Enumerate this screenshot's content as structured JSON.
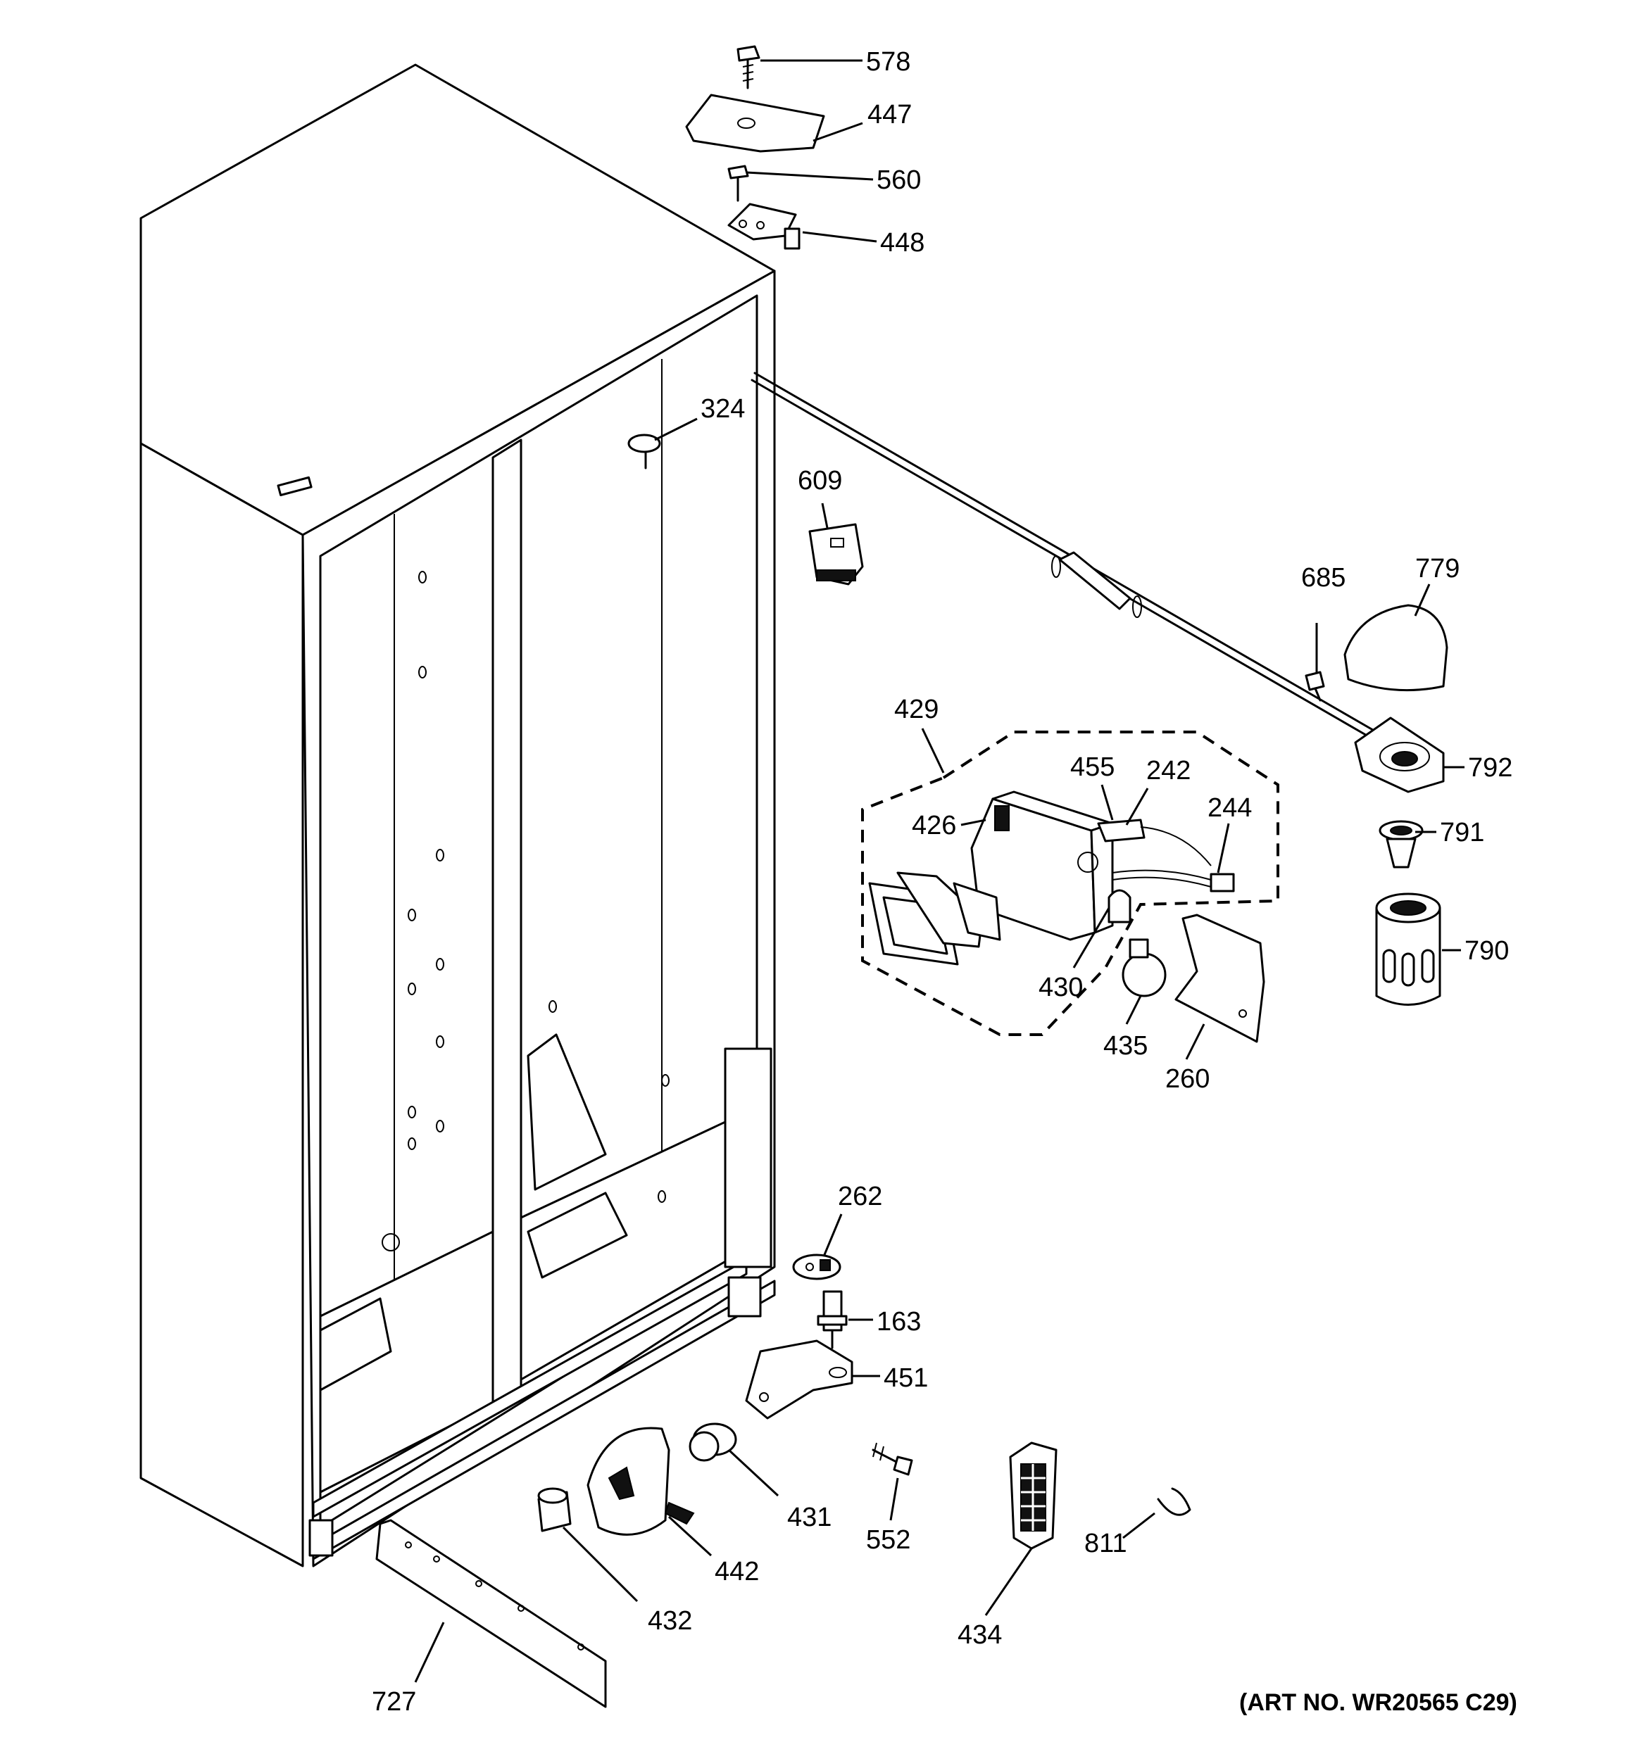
{
  "art_number": "(ART NO. WR20565 C29)",
  "callouts": [
    {
      "id": "578"
    },
    {
      "id": "447"
    },
    {
      "id": "560"
    },
    {
      "id": "448"
    },
    {
      "id": "324"
    },
    {
      "id": "609"
    },
    {
      "id": "685"
    },
    {
      "id": "779"
    },
    {
      "id": "792"
    },
    {
      "id": "791"
    },
    {
      "id": "790"
    },
    {
      "id": "429"
    },
    {
      "id": "455"
    },
    {
      "id": "242"
    },
    {
      "id": "244"
    },
    {
      "id": "426"
    },
    {
      "id": "430"
    },
    {
      "id": "435"
    },
    {
      "id": "260"
    },
    {
      "id": "262"
    },
    {
      "id": "163"
    },
    {
      "id": "451"
    },
    {
      "id": "431"
    },
    {
      "id": "442"
    },
    {
      "id": "432"
    },
    {
      "id": "552"
    },
    {
      "id": "434"
    },
    {
      "id": "811"
    },
    {
      "id": "727"
    }
  ]
}
